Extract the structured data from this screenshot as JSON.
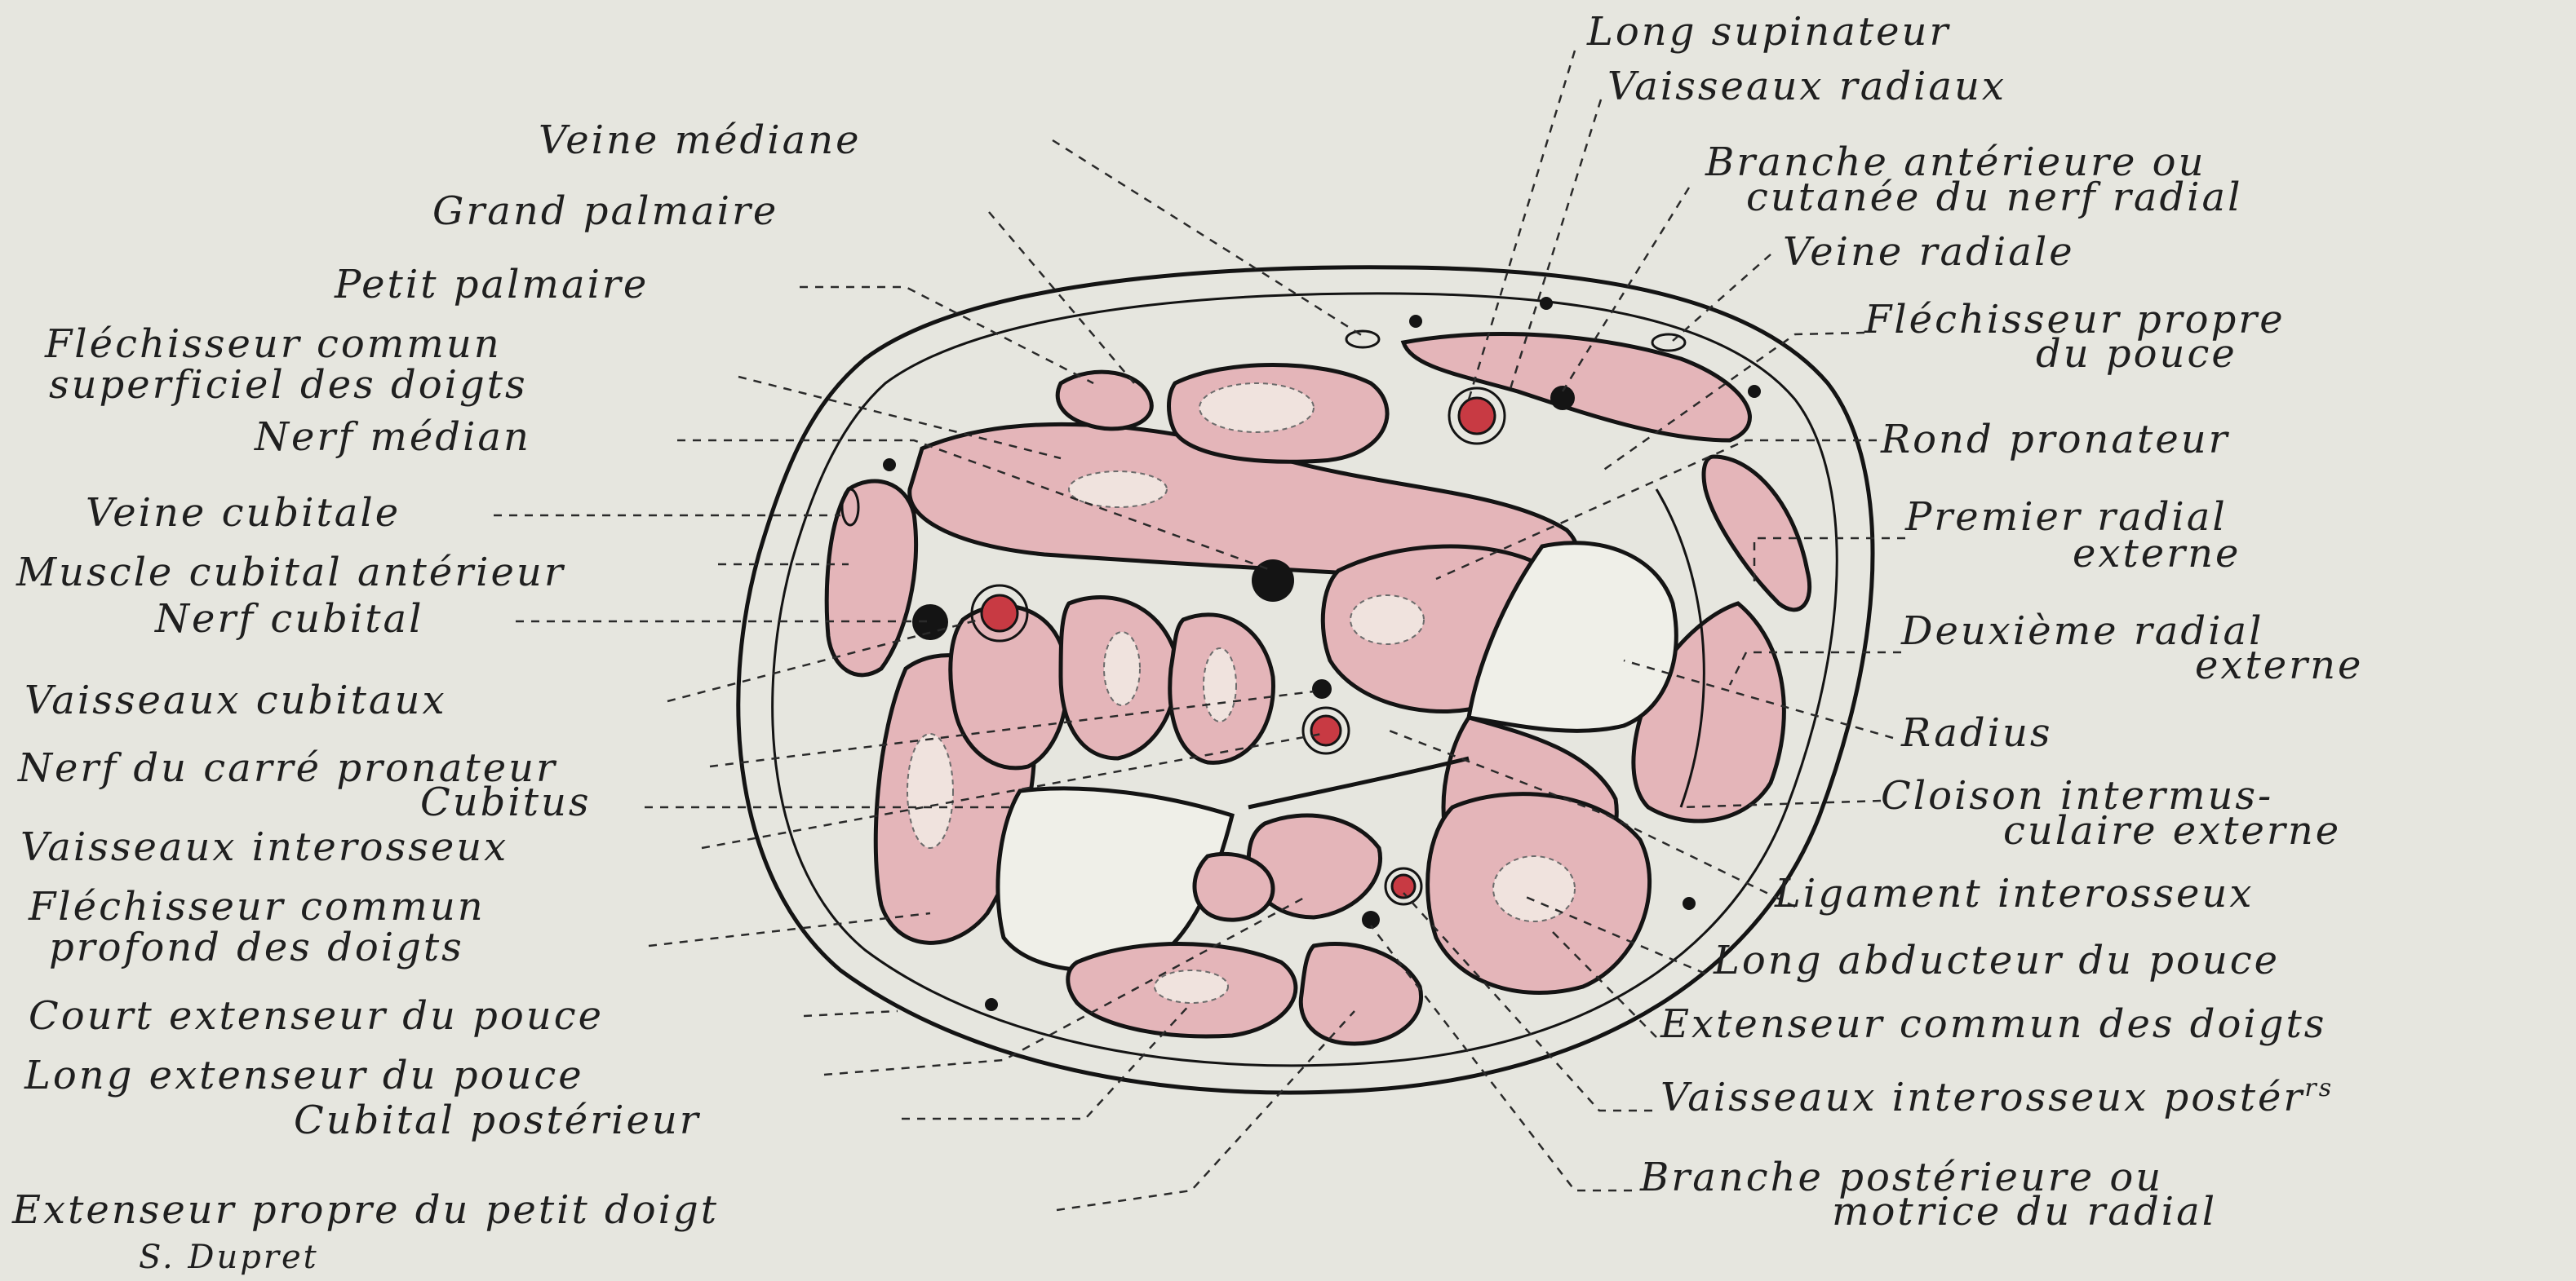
{
  "labels": {
    "veine_mediane": "Veine médiane",
    "grand_palmaire": "Grand palmaire",
    "petit_palmaire": "Petit palmaire",
    "flechisseur_commun_superficiel_1": "Fléchisseur commun",
    "flechisseur_commun_superficiel_2": "superficiel des doigts",
    "nerf_median": "Nerf médian",
    "veine_cubitale": "Veine cubitale",
    "muscle_cubital_anterieur": "Muscle cubital antérieur",
    "nerf_cubital": "Nerf cubital",
    "vaisseaux_cubitaux": "Vaisseaux cubitaux",
    "nerf_carre_pronateur": "Nerf du carré pronateur",
    "cubitus": "Cubitus",
    "vaisseaux_interosseux": "Vaisseaux interosseux",
    "flechisseur_commun_profond_1": "Fléchisseur commun",
    "flechisseur_commun_profond_2": "profond des doigts",
    "court_extenseur_pouce": "Court extenseur du pouce",
    "long_extenseur_pouce": "Long extenseur du pouce",
    "cubital_posterieur": "Cubital postérieur",
    "extenseur_propre_petit_doigt": "Extenseur propre du petit doigt",
    "signature": "S. Dupret",
    "long_supinateur": "Long supinateur",
    "vaisseaux_radiaux": "Vaisseaux radiaux",
    "branche_anterieure_1": "Branche antérieure ou",
    "branche_anterieure_2": "cutanée du nerf radial",
    "veine_radiale": "Veine radiale",
    "flechisseur_propre_pouce_1": "Fléchisseur propre",
    "flechisseur_propre_pouce_2": "du pouce",
    "rond_pronateur": "Rond pronateur",
    "premier_radial_1": "Premier radial",
    "premier_radial_2": "externe",
    "deuxieme_radial_1": "Deuxième radial",
    "deuxieme_radial_2": "externe",
    "radius": "Radius",
    "cloison_1": "Cloison intermus-",
    "cloison_2": "culaire externe",
    "ligament_interosseux": "Ligament interosseux",
    "long_abducteur_pouce": "Long abducteur du pouce",
    "extenseur_commun_doigts": "Extenseur commun des doigts",
    "vaisseaux_interosseux_post": "Vaisseaux interosseux postér",
    "vaisseaux_interosseux_post_sup": "rs",
    "branche_posterieure_1": "Branche postérieure ou",
    "branche_posterieure_2": "motrice du radial"
  },
  "colors": {
    "paper": "#e6e6df",
    "muscle": "#e4b5b9",
    "artery": "#c83a43",
    "bone": "#efefe8",
    "ink": "#141414"
  }
}
